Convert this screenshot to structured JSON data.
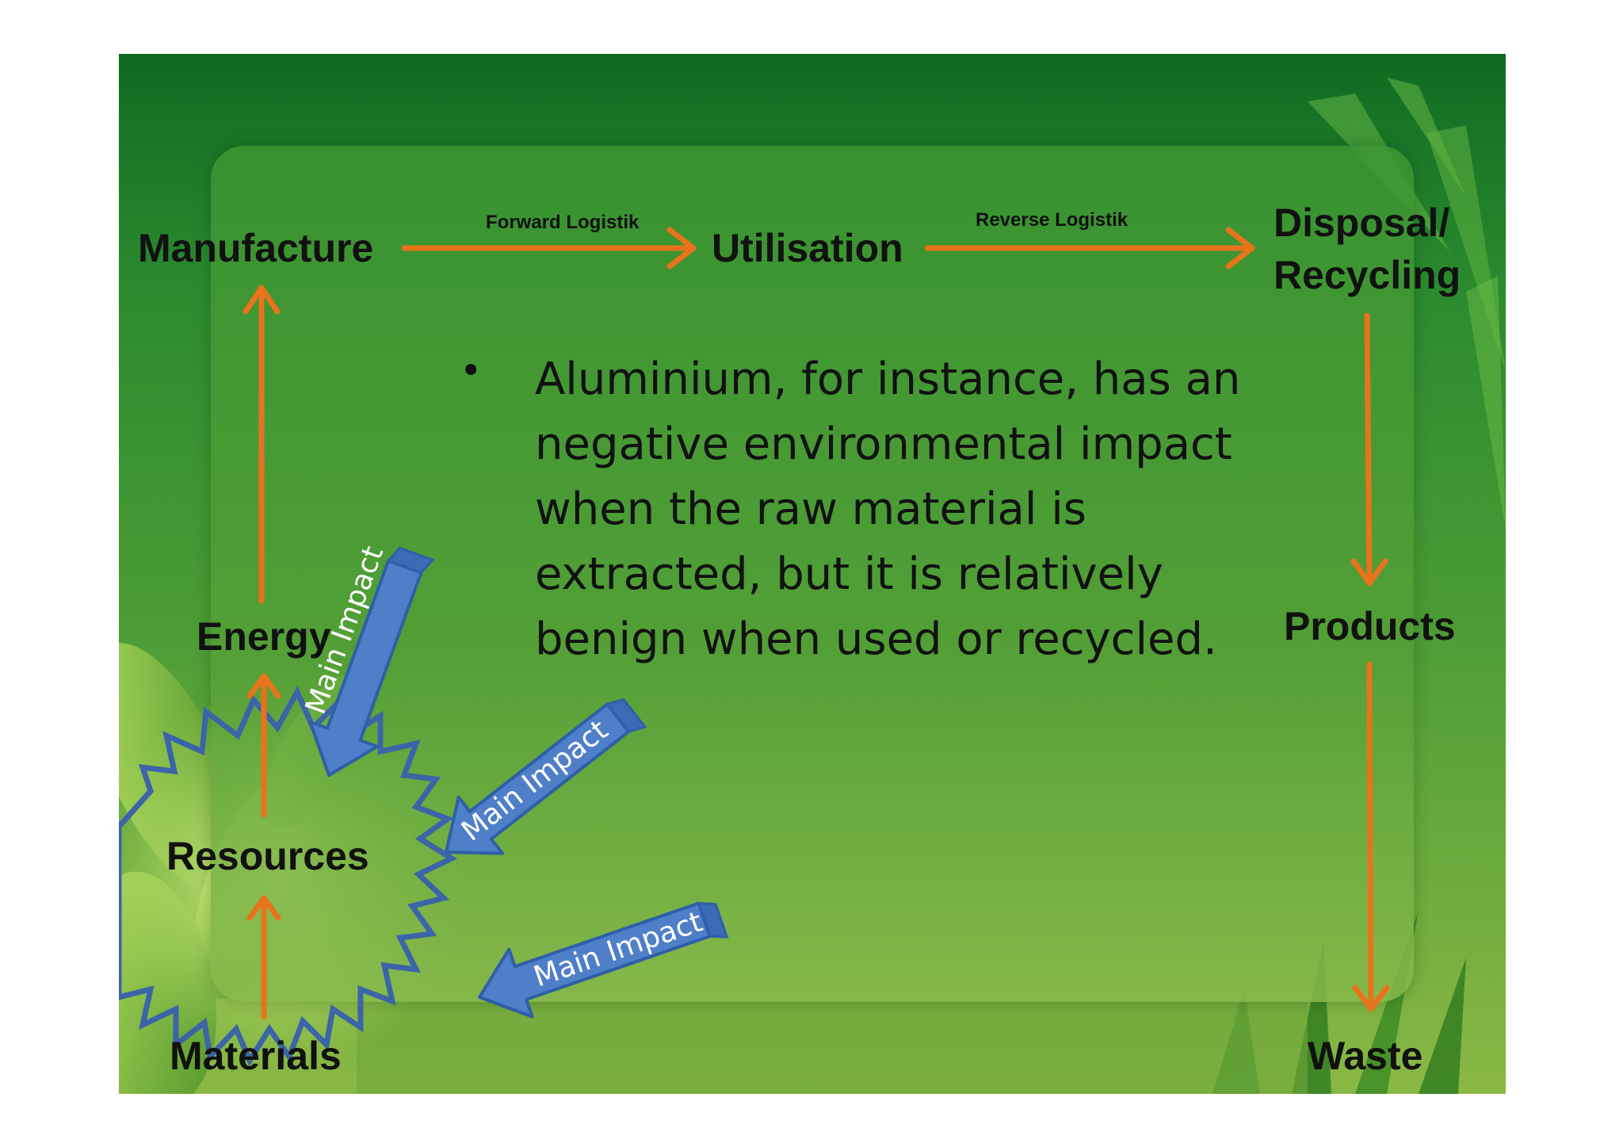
{
  "nodes": {
    "manufacture": "Manufacture",
    "utilisation": "Utilisation",
    "disposal_line1": "Disposal/",
    "disposal_line2": "Recycling",
    "products": "Products",
    "waste": "Waste",
    "energy": "Energy",
    "resources": "Resources",
    "materials": "Materials"
  },
  "edges": {
    "forward": "Forward Logistik",
    "reverse": "Reverse Logistik"
  },
  "bullet": {
    "lines": [
      "Aluminium, for instance, has an",
      "negative environmental impact",
      "when the raw material is",
      "extracted, but it is relatively",
      "benign when used or recycled."
    ]
  },
  "impacts": [
    "Main Impact",
    "Main Impact",
    "Main Impact"
  ],
  "colors": {
    "arrow_orange": "#e8731c",
    "impact_blue": "#4f7fc8",
    "impact_border": "#2f5fa8",
    "star_blue": "#3c64a8"
  }
}
